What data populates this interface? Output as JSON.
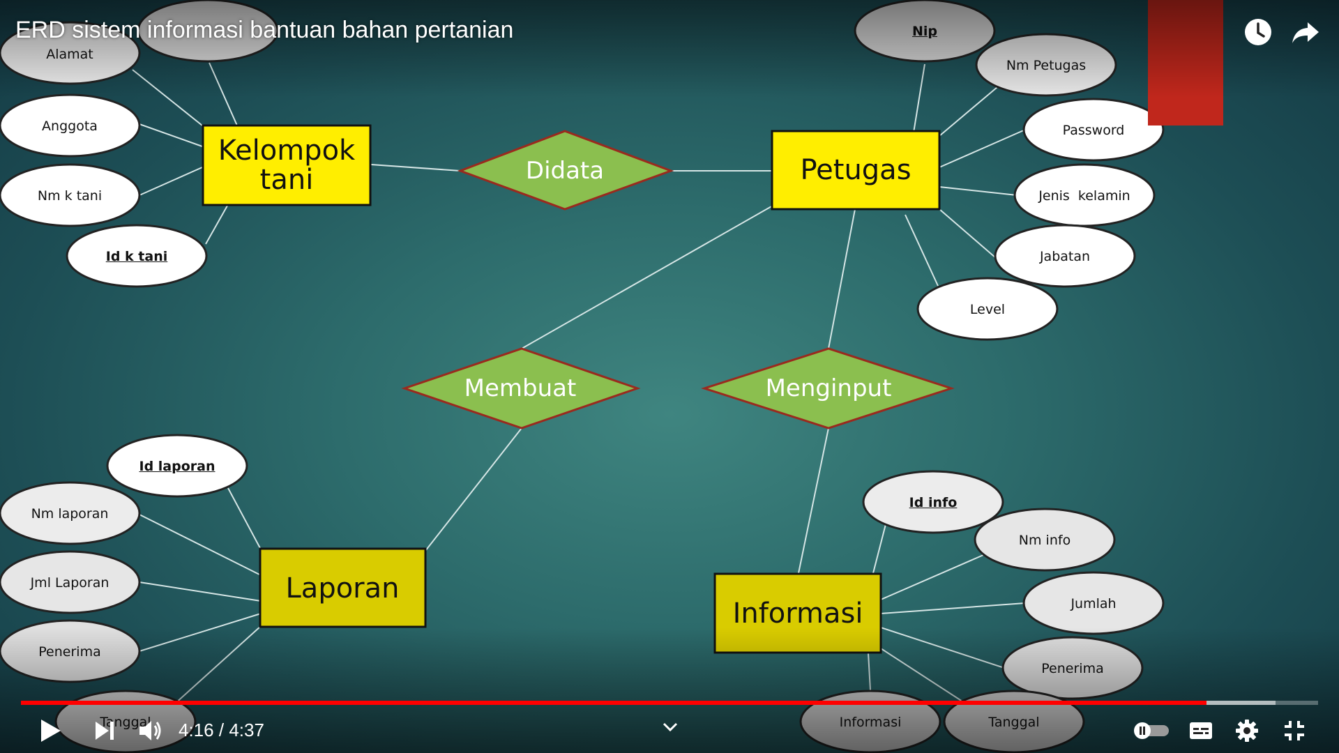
{
  "video": {
    "title": "ERD sistem informasi bantuan bahan pertanian",
    "current_time": "4:16",
    "separator": "/",
    "duration": "4:37",
    "progress_played": 0.914,
    "progress_buffered": 0.967
  },
  "colors": {
    "entity_fill": "#ffee00",
    "entity_fill_dim": "#d9cc00",
    "relationship_fill": "#8bbf4f",
    "relationship_stroke": "#9a2a1e",
    "attribute_fill": "#ffffff",
    "progress": "#ff0000"
  },
  "diagram": {
    "entities": {
      "kelompok_tani": {
        "line1": "Kelompok",
        "line2": "tani"
      },
      "petugas": {
        "label": "Petugas"
      },
      "laporan": {
        "label": "Laporan"
      },
      "informasi": {
        "label": "Informasi"
      }
    },
    "relationships": {
      "didata": "Didata",
      "membuat": "Membuat",
      "menginput": "Menginput"
    },
    "attributes": {
      "alamat": "Alamat",
      "anggota": "Anggota",
      "nm_k_tani": "Nm k tani",
      "id_k_tani": "Id k tani",
      "nip": "Nip",
      "nm_petugas": "Nm Petugas",
      "password": "Password",
      "jenis_kelamin": "Jenis  kelamin",
      "jabatan": "Jabatan",
      "level": "Level",
      "id_laporan": "Id laporan",
      "nm_laporan": "Nm laporan",
      "jml_laporan": "Jml Laporan",
      "penerima_laporan": "Penerima",
      "tanggal_laporan": "Tanggal",
      "id_info": "Id info",
      "nm_info": "Nm info",
      "jumlah": "Jumlah",
      "penerima_info": "Penerima",
      "informasi_attr": "Informasi",
      "tanggal_info": "Tanggal"
    }
  },
  "icons": {
    "watch_later": "clock-icon",
    "share": "share-arrow-icon",
    "play": "play-icon",
    "next": "skip-next-icon",
    "volume": "volume-icon",
    "chevron": "chevron-down-icon",
    "autoplay": "autoplay-toggle-icon",
    "subtitles": "subtitles-icon",
    "settings": "gear-icon",
    "exit_fullscreen": "exit-fullscreen-icon"
  }
}
